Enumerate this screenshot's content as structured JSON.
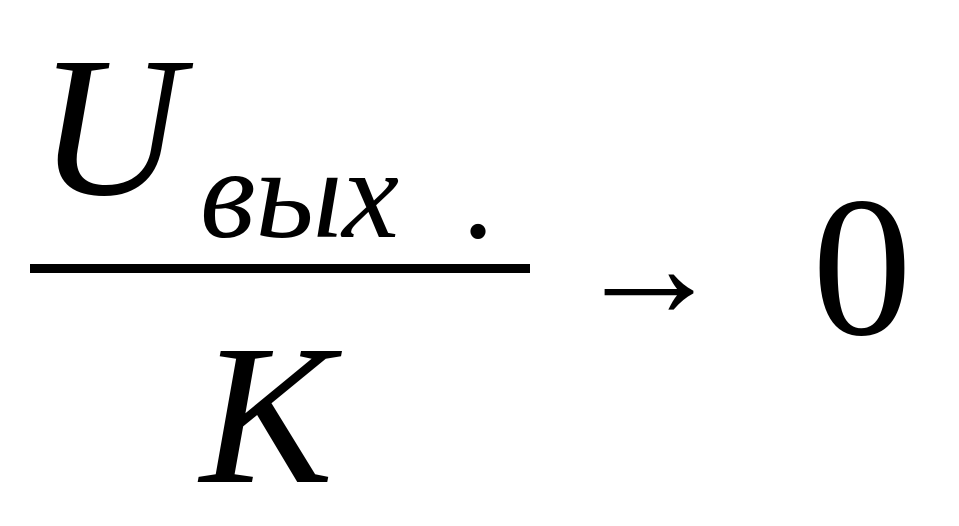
{
  "formula": {
    "numerator": {
      "symbol": "U",
      "subscript": "вых",
      "subscript_dot": "."
    },
    "denominator": {
      "symbol": "K"
    },
    "relation": "→",
    "limit": "0"
  }
}
